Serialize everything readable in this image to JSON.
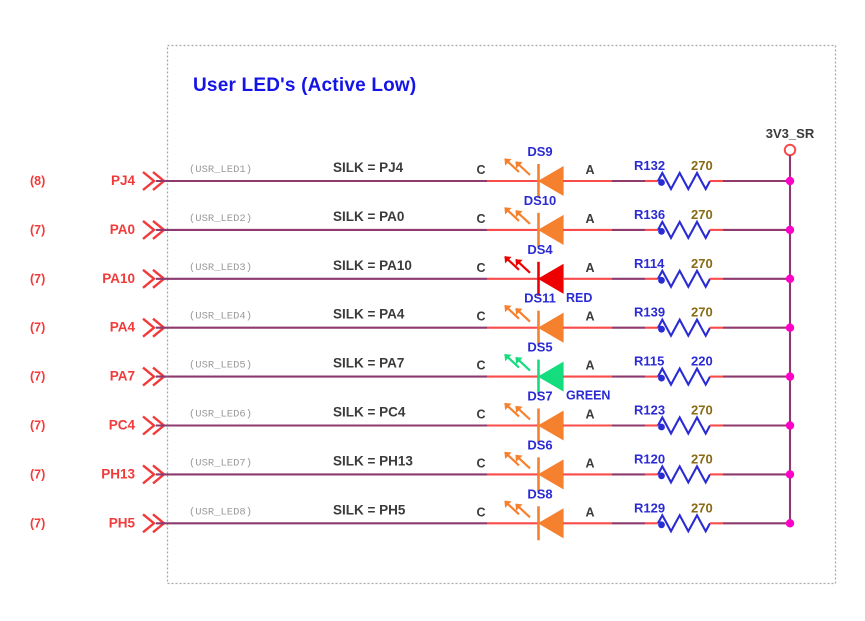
{
  "sheet": {
    "title": "User LED's (Active Low)",
    "title_color": "#1414e6",
    "background": "#ffffff",
    "frame_color": "#aaaaaa"
  },
  "power": {
    "net_label": "3V3_SR",
    "terminal_icon": "power-port-circle-icon",
    "rail_color": "#8e3a6e",
    "junction_color": "#ff00c8"
  },
  "colors": {
    "wire": "#8e3a6e",
    "pin": "#fa4b4b",
    "port_label": "#f23a3a",
    "refdes": "#2b2bd4",
    "value": "#8a6a14",
    "net_name": "#9a9a9a",
    "silk": "#3b3b3b",
    "led_orange": "#f5812f",
    "led_red": "#ee0000",
    "led_green": "#15dd7e"
  },
  "pin_names": {
    "cathode": "C",
    "anode": "A"
  },
  "rows": [
    {
      "page": "(8)",
      "port": "PJ4",
      "connector_icon": "off-page-connector-icon",
      "net": "(USR_LED1)",
      "silk": "SILK = PJ4",
      "led_ref": "DS9",
      "led_color": "#f5812f",
      "led_color_label": "",
      "res_ref": "R132",
      "res_value": "270",
      "res_value_color": "#8a6a14"
    },
    {
      "page": "(7)",
      "port": "PA0",
      "connector_icon": "off-page-connector-icon",
      "net": "(USR_LED2)",
      "silk": "SILK = PA0",
      "led_ref": "DS10",
      "led_color": "#f5812f",
      "led_color_label": "",
      "res_ref": "R136",
      "res_value": "270",
      "res_value_color": "#8a6a14"
    },
    {
      "page": "(7)",
      "port": "PA10",
      "connector_icon": "off-page-connector-icon",
      "net": "(USR_LED3)",
      "silk": "SILK = PA10",
      "led_ref": "DS4",
      "led_color": "#ee0000",
      "led_color_label": "RED",
      "res_ref": "R114",
      "res_value": "270",
      "res_value_color": "#8a6a14"
    },
    {
      "page": "(7)",
      "port": "PA4",
      "connector_icon": "off-page-connector-icon",
      "net": "(USR_LED4)",
      "silk": "SILK = PA4",
      "led_ref": "DS11",
      "led_color": "#f5812f",
      "led_color_label": "",
      "res_ref": "R139",
      "res_value": "270",
      "res_value_color": "#8a6a14"
    },
    {
      "page": "(7)",
      "port": "PA7",
      "connector_icon": "off-page-connector-icon",
      "net": "(USR_LED5)",
      "silk": "SILK = PA7",
      "led_ref": "DS5",
      "led_color": "#15dd7e",
      "led_color_label": "GREEN",
      "res_ref": "R115",
      "res_value": "220",
      "res_value_color": "#2b2bd4"
    },
    {
      "page": "(7)",
      "port": "PC4",
      "connector_icon": "off-page-connector-icon",
      "net": "(USR_LED6)",
      "silk": "SILK = PC4",
      "led_ref": "DS7",
      "led_color": "#f5812f",
      "led_color_label": "",
      "res_ref": "R123",
      "res_value": "270",
      "res_value_color": "#8a6a14"
    },
    {
      "page": "(7)",
      "port": "PH13",
      "connector_icon": "off-page-connector-icon",
      "net": "(USR_LED7)",
      "silk": "SILK = PH13",
      "led_ref": "DS6",
      "led_color": "#f5812f",
      "led_color_label": "",
      "res_ref": "R120",
      "res_value": "270",
      "res_value_color": "#8a6a14"
    },
    {
      "page": "(7)",
      "port": "PH5",
      "connector_icon": "off-page-connector-icon",
      "net": "(USR_LED8)",
      "silk": "SILK = PH5",
      "led_ref": "DS8",
      "led_color": "#f5812f",
      "led_color_label": "",
      "res_ref": "R129",
      "res_value": "270",
      "res_value_color": "#8a6a14"
    }
  ]
}
